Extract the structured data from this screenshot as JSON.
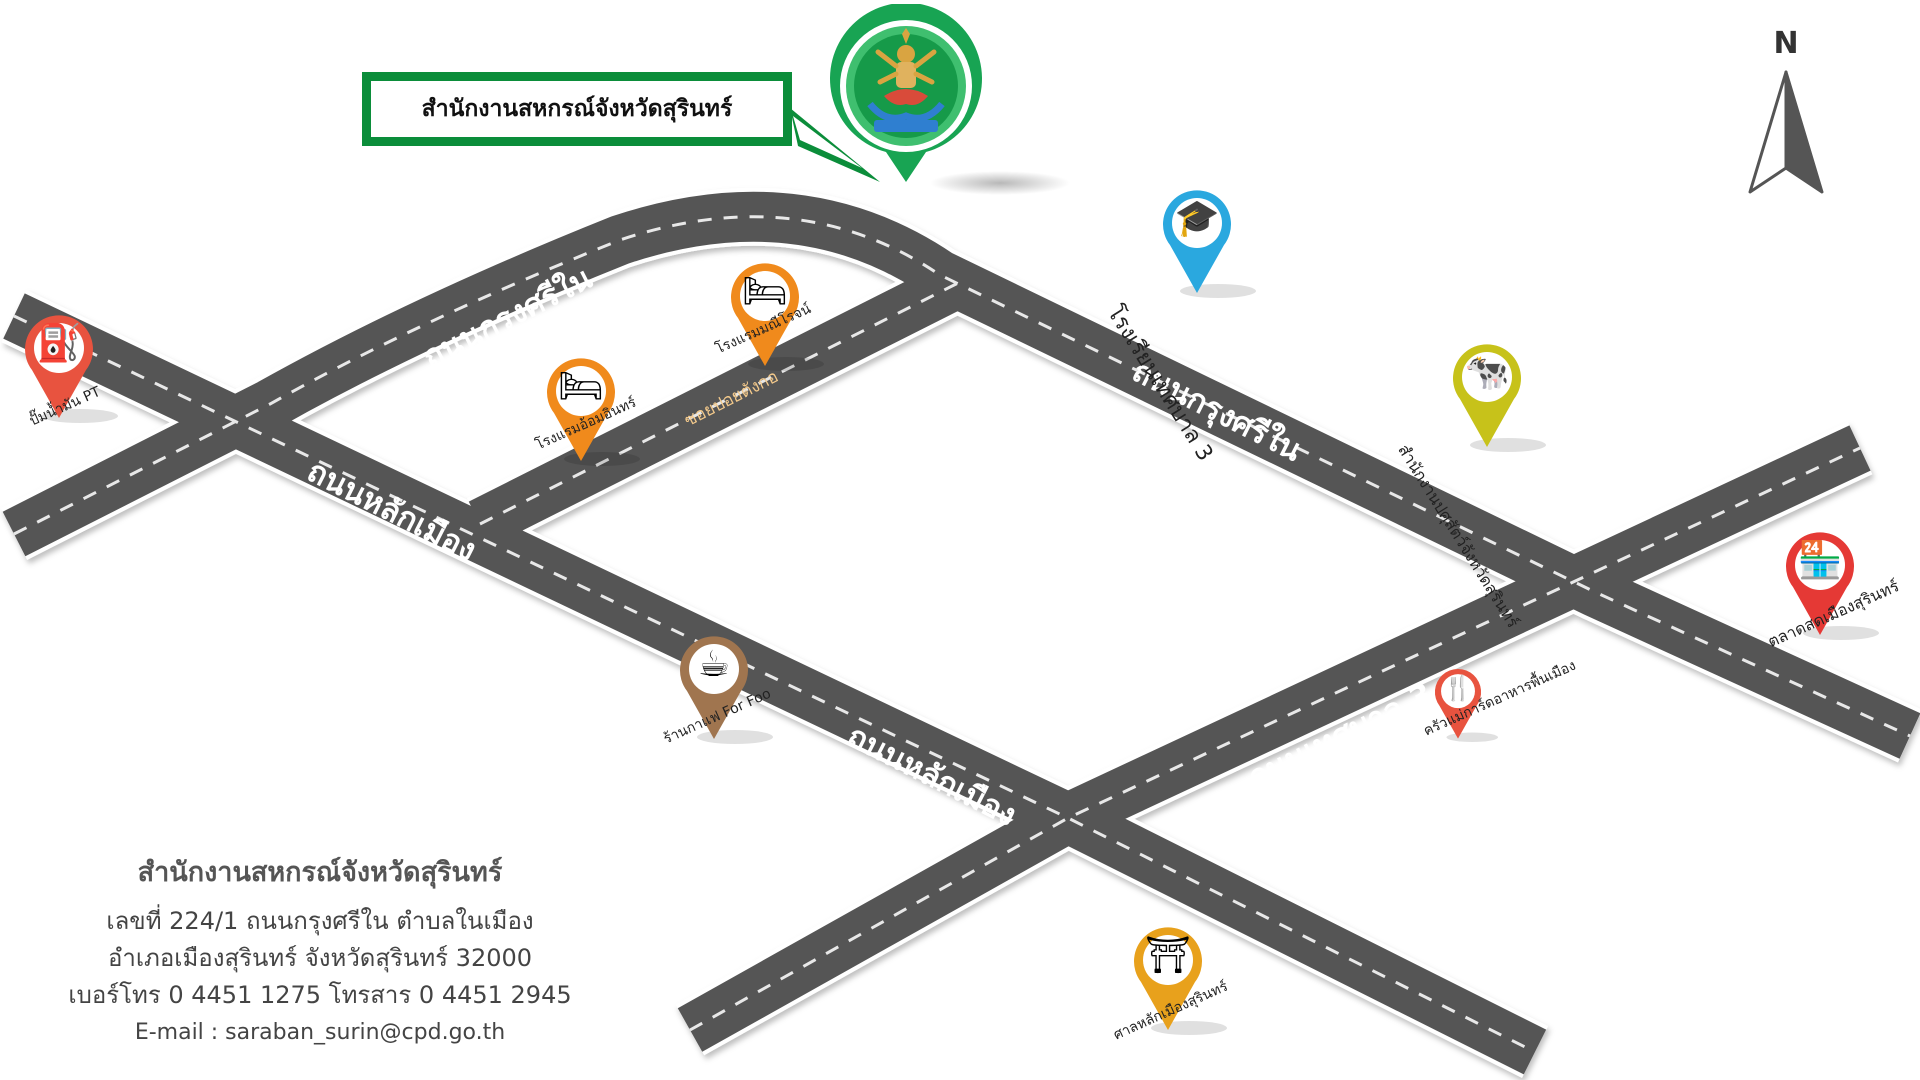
{
  "header": {
    "title": "สำนักงานสหกรณ์จังหวัดสุรินทร์",
    "logo": "cooperative-office-seal"
  },
  "compass": {
    "letter": "N"
  },
  "roads": [
    {
      "name": "ถนนกรุงศรีใน"
    },
    {
      "name": "ถนนกรุงศรีใน"
    },
    {
      "name": "ถนนหลักเมือง"
    },
    {
      "name": "ถนนหลักเมือง"
    },
    {
      "name": "ถนนเทศบาล 3"
    },
    {
      "name": "ซอยปอยตังกอ"
    }
  ],
  "places": [
    {
      "name": "ปั๊มน้ำมัน PT",
      "icon": "fuel-pump-icon",
      "color": "#e8533f"
    },
    {
      "name": "โรงแรมมณีโรจน์",
      "icon": "bed-icon",
      "color": "#f08a1c"
    },
    {
      "name": "โรงแรมอ้อมอินทร์",
      "icon": "bed-icon",
      "color": "#f08a1c"
    },
    {
      "name": "โรงเรียนเทศบาล 3",
      "icon": "graduation-cap-icon",
      "color": "#2aa8df"
    },
    {
      "name": "สำนักงานปศุสัตว์จังหวัดสุรินทร์",
      "icon": "cattle-icon",
      "color": "#c7c21a"
    },
    {
      "name": "ตลาดสดเมืองสุรินทร์",
      "icon": "market-stall-icon",
      "color": "#e53935"
    },
    {
      "name": "ร้านกาแฟ For Foo",
      "icon": "coffee-cup-icon",
      "color": "#a0754f"
    },
    {
      "name": "ครัวแม่การ์ดอาหารพื้นเมือง",
      "icon": "fork-knife-icon",
      "color": "#e8533f"
    },
    {
      "name": "ศาลหลักเมืองสุรินทร์",
      "icon": "shrine-icon",
      "color": "#e8a11c"
    }
  ],
  "contact": {
    "org": "สำนักงานสหกรณ์จังหวัดสุรินทร์",
    "address1": "เลขที่ 224/1 ถนนกรุงศรีใน ตำบลในเมือง",
    "address2": "อำเภอเมืองสุรินทร์ จังหวัดสุรินทร์ 32000",
    "phone": "เบอร์โทร 0 4451 1275 โทรสาร 0 4451 2945",
    "email": "E-mail : saraban_surin@cpd.go.th"
  }
}
